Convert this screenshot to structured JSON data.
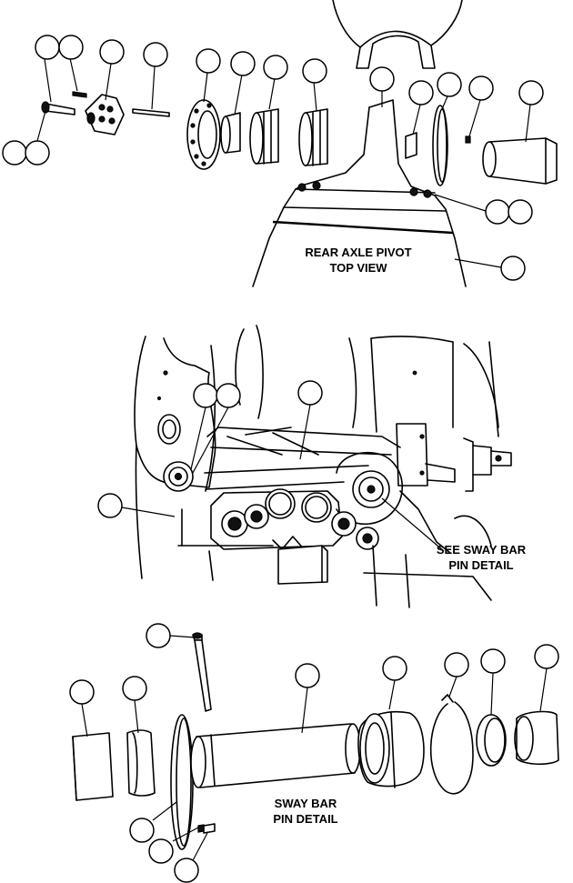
{
  "labels": {
    "rear_axle_line1": "REAR AXLE PIVOT",
    "rear_axle_line2": "TOP VIEW",
    "sway_detail_line1": "SEE SWAY BAR",
    "sway_detail_line2": "PIN DETAIL",
    "sway_pin_line1": "SWAY BAR",
    "sway_pin_line2": "PIN DETAIL"
  },
  "colors": {
    "line": "#000000",
    "background": "#ffffff"
  }
}
